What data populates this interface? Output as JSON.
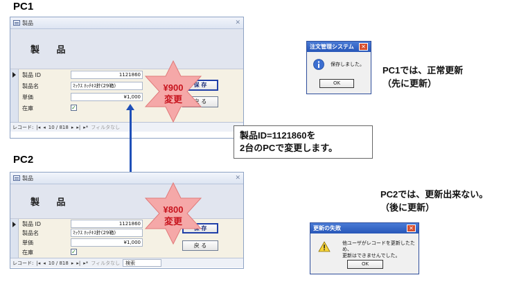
{
  "pc1": {
    "label": "PC1",
    "window_title": "製品",
    "heading": "製 品",
    "fields": [
      {
        "label": "製品 ID",
        "value": "1121860"
      },
      {
        "label": "製品名",
        "value": "ﾏｯｸｽ ﾎｯﾁｷｽ針(29箱)"
      },
      {
        "label": "単価",
        "value": "¥1,000"
      },
      {
        "label": "在庫",
        "value": "✓"
      }
    ],
    "buttons": {
      "save": "保 存",
      "back": "戻 る"
    },
    "nav": {
      "record_label": "レコード:",
      "position": "10 / 818",
      "filter": "フィルタなし"
    },
    "star": {
      "line1": "¥900",
      "line2": "変更"
    }
  },
  "pc2": {
    "label": "PC2",
    "window_title": "製品",
    "heading": "製 品",
    "fields": [
      {
        "label": "製品 ID",
        "value": "1121860"
      },
      {
        "label": "製品名",
        "value": "ﾏｯｸｽ ﾎｯﾁｷｽ針(29箱)"
      },
      {
        "label": "単価",
        "value": "¥1,000"
      },
      {
        "label": "在庫",
        "value": "✓"
      }
    ],
    "buttons": {
      "save": "保 存",
      "back": "戻 る"
    },
    "nav": {
      "record_label": "レコード:",
      "position": "10 / 818",
      "filter": "フィルタなし",
      "search": "検索"
    },
    "star": {
      "line1": "¥800",
      "line2": "変更"
    }
  },
  "callout": {
    "line1": "製品ID=1121860を",
    "line2": "2台のPCで変更します。"
  },
  "dialog_success": {
    "title": "注文管理システム",
    "message": "保存しました。",
    "ok": "OK"
  },
  "note_success": {
    "line1": "PC1では、正常更新",
    "line2": "（先に更新）"
  },
  "dialog_fail": {
    "title": "更新の失敗",
    "line1": "他ユーザがレコードを更新したため、",
    "line2": "更新はできませんでした。",
    "ok": "OK"
  },
  "note_fail": {
    "line1": "PC2では、更新出来ない。",
    "line2": "（後に更新）"
  },
  "colors": {
    "star_fill": "#f5a8a8",
    "star_text": "#c8141e",
    "arrow": "#1f4fb8",
    "dialog_title": "#2756b8"
  },
  "icons": {
    "info": "info-icon",
    "warning": "warning-icon"
  }
}
